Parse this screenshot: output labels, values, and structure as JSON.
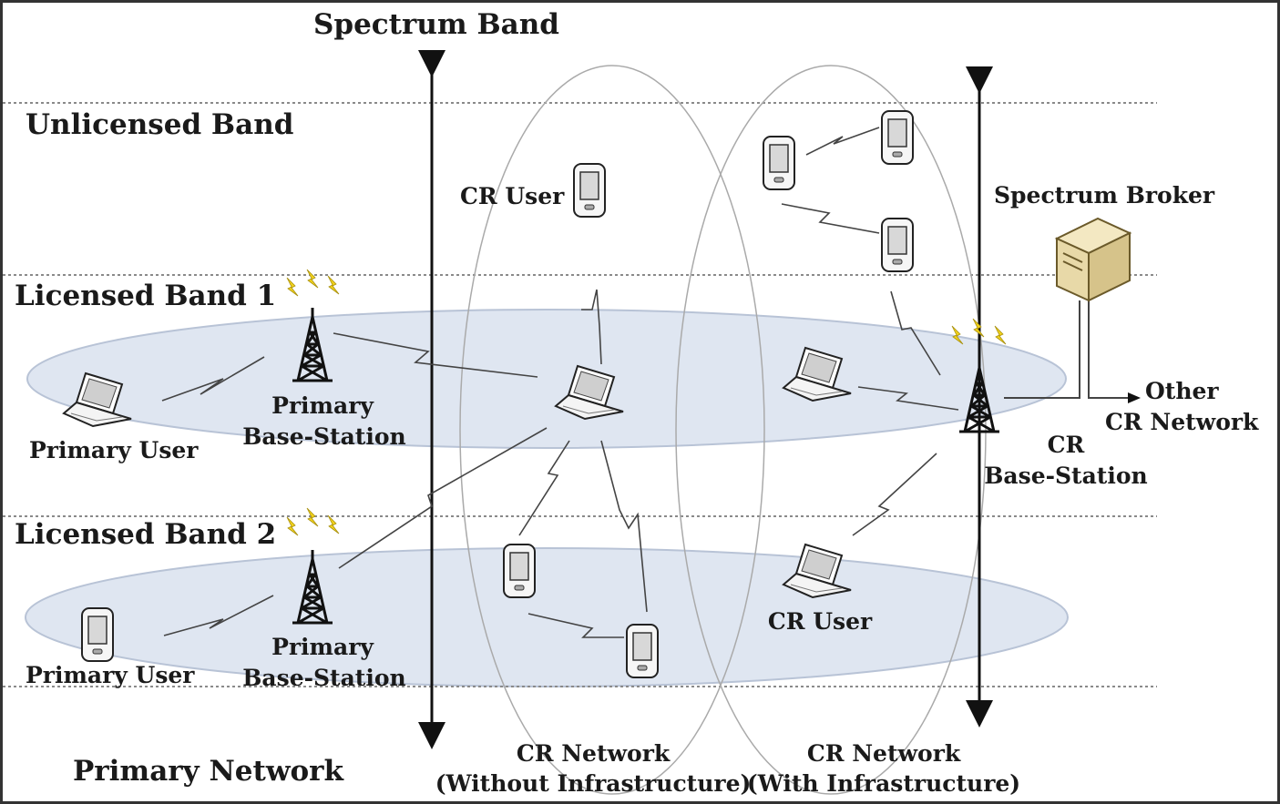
{
  "diagram": {
    "spectrum_axis_label": "Spectrum Band",
    "bands": {
      "unlicensed": "Unlicensed Band",
      "licensed_1": "Licensed Band 1",
      "licensed_2": "Licensed Band 2"
    },
    "primary_network": {
      "title": "Primary Network",
      "band1_user": "Primary User",
      "band1_bs_line1": "Primary",
      "band1_bs_line2": "Base-Station",
      "band2_user": "Primary User",
      "band2_bs_line1": "Primary",
      "band2_bs_line2": "Base-Station"
    },
    "cr_network_no_infra": {
      "title_line1": "CR Network",
      "title_line2": "(Without Infrastructure)",
      "user_label": "CR User"
    },
    "cr_network_infra": {
      "title_line1": "CR Network",
      "title_line2": "(With Infrastructure)",
      "user_label": "CR User",
      "bs_line1": "CR",
      "bs_line2": "Base-Station",
      "broker": "Spectrum Broker",
      "other_line1": "Other",
      "other_line2": "CR Network"
    },
    "icons": [
      "laptop-icon",
      "pda-icon",
      "tower-icon",
      "server-icon",
      "lightning-icon"
    ],
    "colors": {
      "band_ellipse_fill": "#dfe6f1",
      "band_ellipse_stroke": "#b8c3d6",
      "dashed_line": "#8a8a8a",
      "lightning": "#f2d21c",
      "server": "#e8d9a8"
    }
  }
}
